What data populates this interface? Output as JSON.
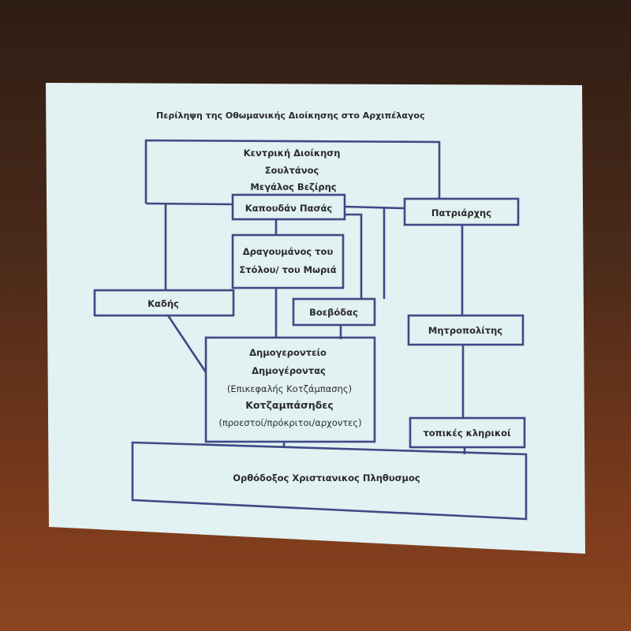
{
  "slide": {
    "title": "Περίληψη της Οθωμανικής Διοίκησης στο Αρχιπέλαγος",
    "nodes": {
      "central": [
        "Κεντρική Διοίκηση",
        "Σουλτάνος",
        "Μεγάλος Βεζίρης"
      ],
      "kapoudan": "Καπουδάν Πασάς",
      "patriarch": "Πατριάρχης",
      "dragoumanos": [
        "Δραγουμάνος του",
        "Στόλου/ του Μωριά"
      ],
      "kadis": "Καδής",
      "voevodas": "Βοεβόδας",
      "mitropolitis": "Μητροπολίτης",
      "dimogerontio": [
        "Δημογεροντείο",
        "Δημογέροντας",
        "(Επικεφαλής Κοτζάμπασης)",
        "Κοτζαμπάσηδες",
        "(προεστοί/πρόκριτοι/αρχοντες)"
      ],
      "topikes": "τοπικές κληρικοί",
      "population": "Ορθόδοξος Χριστιανικος Πληθυσμος"
    }
  }
}
